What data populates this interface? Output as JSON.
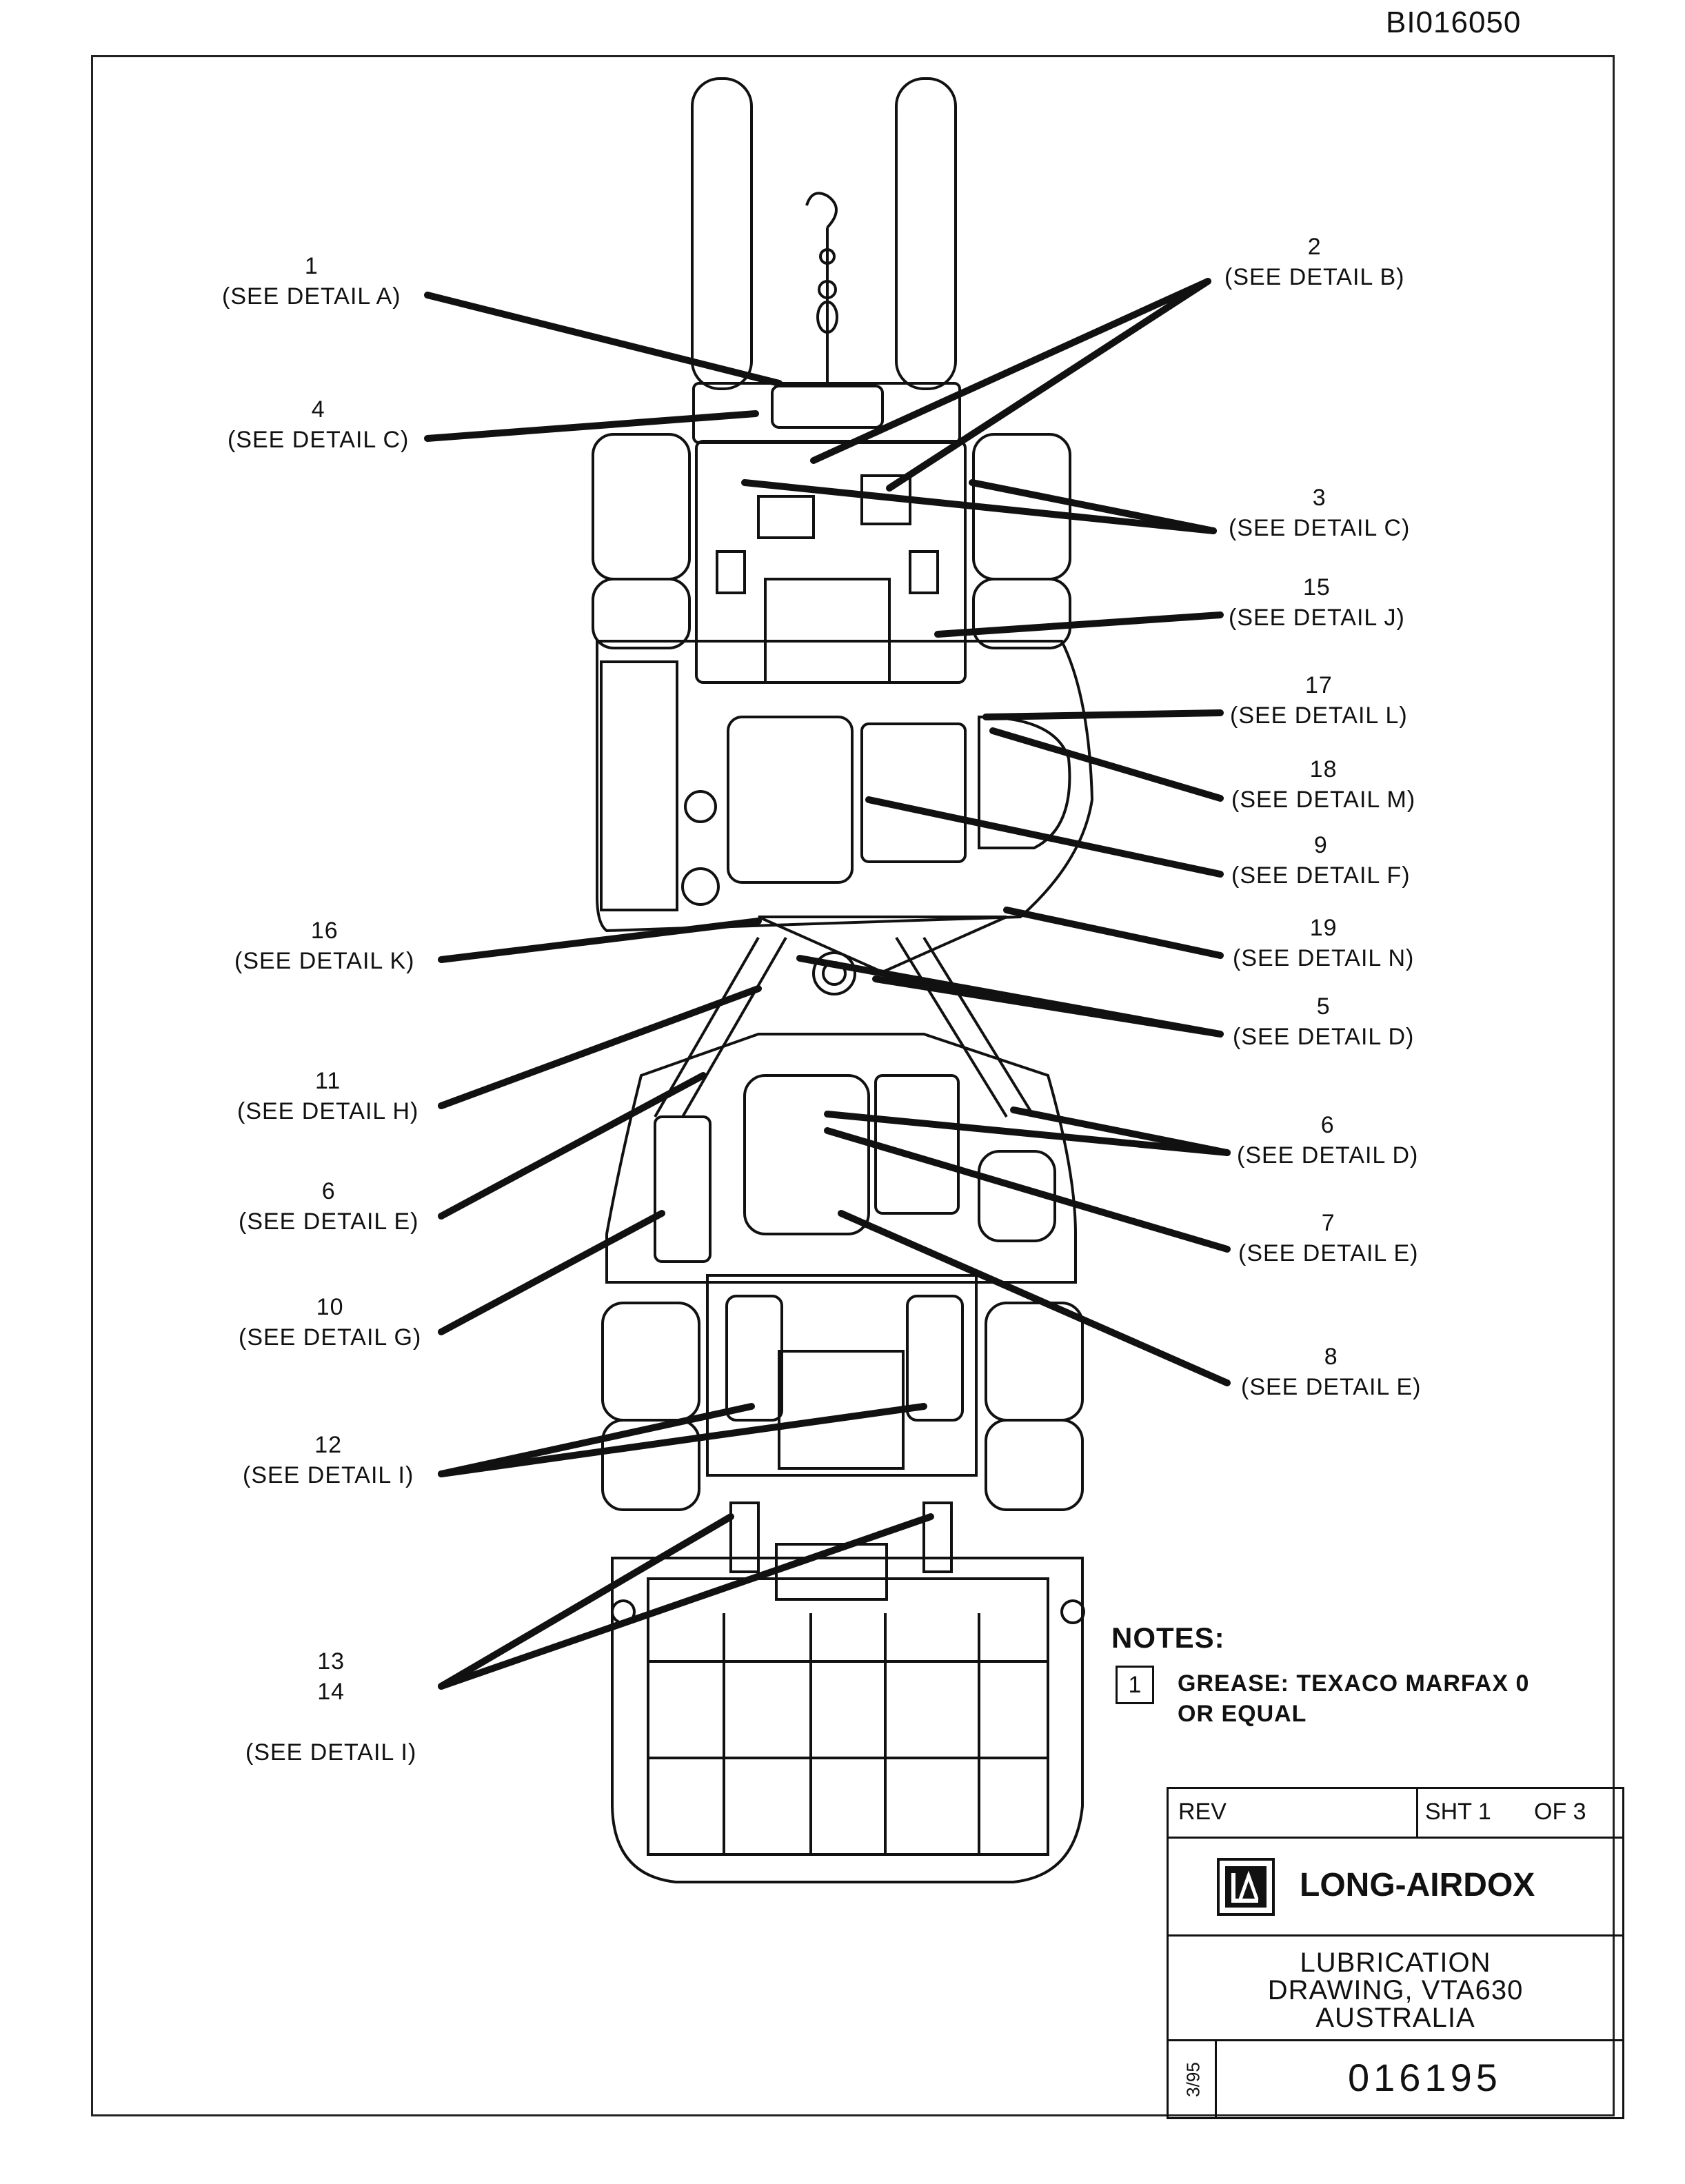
{
  "document_id": "BI016050",
  "callouts_left": [
    {
      "num": "1",
      "detail": "(SEE DETAIL A)"
    },
    {
      "num": "4",
      "detail": "(SEE DETAIL C)"
    },
    {
      "num": "16",
      "detail": "(SEE DETAIL K)"
    },
    {
      "num": "11",
      "detail": "(SEE DETAIL H)"
    },
    {
      "num": "6",
      "detail": "(SEE DETAIL E)"
    },
    {
      "num": "10",
      "detail": "(SEE DETAIL G)"
    },
    {
      "num": "12",
      "detail": "(SEE DETAIL I)"
    },
    {
      "num": "13\n14",
      "detail": "(SEE DETAIL I)"
    }
  ],
  "callouts_right": [
    {
      "num": "2",
      "detail": "(SEE DETAIL B)"
    },
    {
      "num": "3",
      "detail": "(SEE DETAIL C)"
    },
    {
      "num": "15",
      "detail": "(SEE DETAIL J)"
    },
    {
      "num": "17",
      "detail": "(SEE DETAIL L)"
    },
    {
      "num": "18",
      "detail": "(SEE DETAIL M)"
    },
    {
      "num": "9",
      "detail": "(SEE DETAIL F)"
    },
    {
      "num": "19",
      "detail": "(SEE DETAIL N)"
    },
    {
      "num": "5",
      "detail": "(SEE DETAIL D)"
    },
    {
      "num": "6",
      "detail": "(SEE DETAIL D)"
    },
    {
      "num": "7",
      "detail": "(SEE DETAIL E)"
    },
    {
      "num": "8",
      "detail": "(SEE DETAIL E)"
    }
  ],
  "notes": {
    "title": "NOTES:",
    "items": [
      {
        "marker": "1",
        "text_line1": "GREASE: TEXACO MARFAX 0",
        "text_line2": "OR EQUAL"
      }
    ]
  },
  "title_block": {
    "rev_label": "REV",
    "sheet_label": "SHT 1",
    "of_label": "OF 3",
    "company": "LONG-AIRDOX",
    "title_line1": "LUBRICATION",
    "title_line2": "DRAWING, VTA630",
    "title_line3": "AUSTRALIA",
    "drawing_number": "016195",
    "date": "3/95"
  }
}
